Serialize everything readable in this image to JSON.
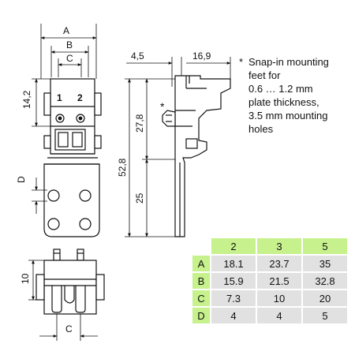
{
  "dimensions": {
    "A": "A",
    "B": "B",
    "C_top": "C",
    "C_bottom": "C",
    "D": "D",
    "h_14_2": "14,2",
    "h_10": "10",
    "w_4_5": "4,5",
    "w_16_9": "16,9",
    "h_27_8": "27,8",
    "h_52_8": "52,8",
    "h_25": "25",
    "star": "*",
    "pin1": "1",
    "pin2": "2"
  },
  "note": {
    "star": "*",
    "text": "Snap-in mounting\nfeet for\n0.6 … 1.2 mm\nplate thickness,\n3.5 mm mounting\nholes"
  },
  "table": {
    "columns": [
      "2",
      "3",
      "5"
    ],
    "rows": [
      {
        "label": "A",
        "values": [
          "18.1",
          "23.7",
          "35"
        ]
      },
      {
        "label": "B",
        "values": [
          "15.9",
          "21.5",
          "32.8"
        ]
      },
      {
        "label": "C",
        "values": [
          "7.3",
          "10",
          "20"
        ]
      },
      {
        "label": "D",
        "values": [
          "4",
          "4",
          "5"
        ]
      }
    ]
  },
  "colors": {
    "header_green": "#c6f18c",
    "cell_grey": "#e1e1e1",
    "line": "#111111"
  }
}
